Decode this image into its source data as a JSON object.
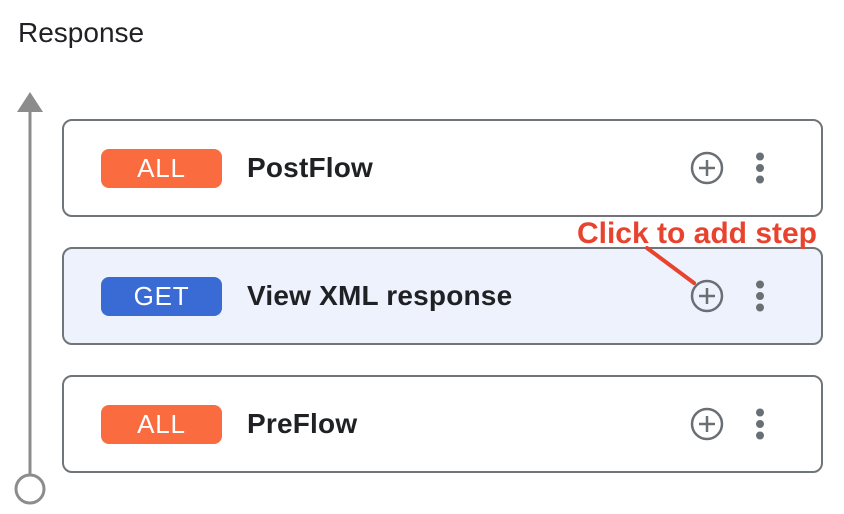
{
  "page": {
    "title": "Response"
  },
  "annotation": {
    "label": "Click to add step"
  },
  "flows": [
    {
      "method": "ALL",
      "name": "PostFlow",
      "selected": false
    },
    {
      "method": "GET",
      "name": "View XML response",
      "selected": true
    },
    {
      "method": "ALL",
      "name": "PreFlow",
      "selected": false
    }
  ],
  "icons": {
    "add_step": "plus-circle",
    "more_options": "kebab-menu",
    "rail_top": "arrow-up",
    "rail_bottom": "open-circle"
  },
  "colors": {
    "badge_all": "#fa6b40",
    "badge_get": "#3a6bd4",
    "card_border": "#70757a",
    "selected_bg": "#eef2fc",
    "icon_gray": "#6a6f74",
    "rail_gray": "#8c8c8c",
    "annotation_red": "#e8432e",
    "text_dark": "#202124"
  }
}
